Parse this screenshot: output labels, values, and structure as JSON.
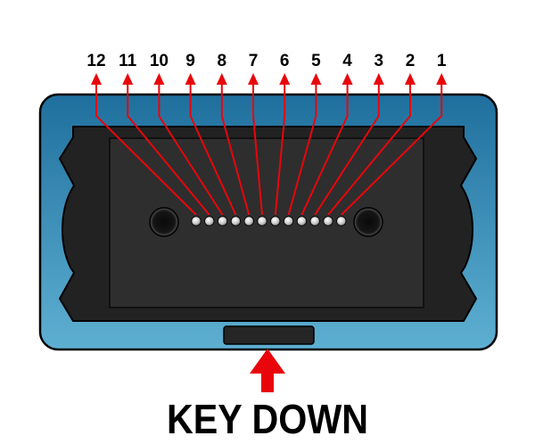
{
  "pins": [
    {
      "number": "12"
    },
    {
      "number": "11"
    },
    {
      "number": "10"
    },
    {
      "number": "9"
    },
    {
      "number": "8"
    },
    {
      "number": "7"
    },
    {
      "number": "6"
    },
    {
      "number": "5"
    },
    {
      "number": "4"
    },
    {
      "number": "3"
    },
    {
      "number": "2"
    },
    {
      "number": "1"
    }
  ],
  "orientation_label": "KEY DOWN",
  "colors": {
    "arrow": "#e8060c",
    "housing_top": "#1f6f9e",
    "housing_bottom": "#5eb0d2",
    "ferrule": "#2e2e2e",
    "body": "#222222",
    "label": "#000000"
  }
}
